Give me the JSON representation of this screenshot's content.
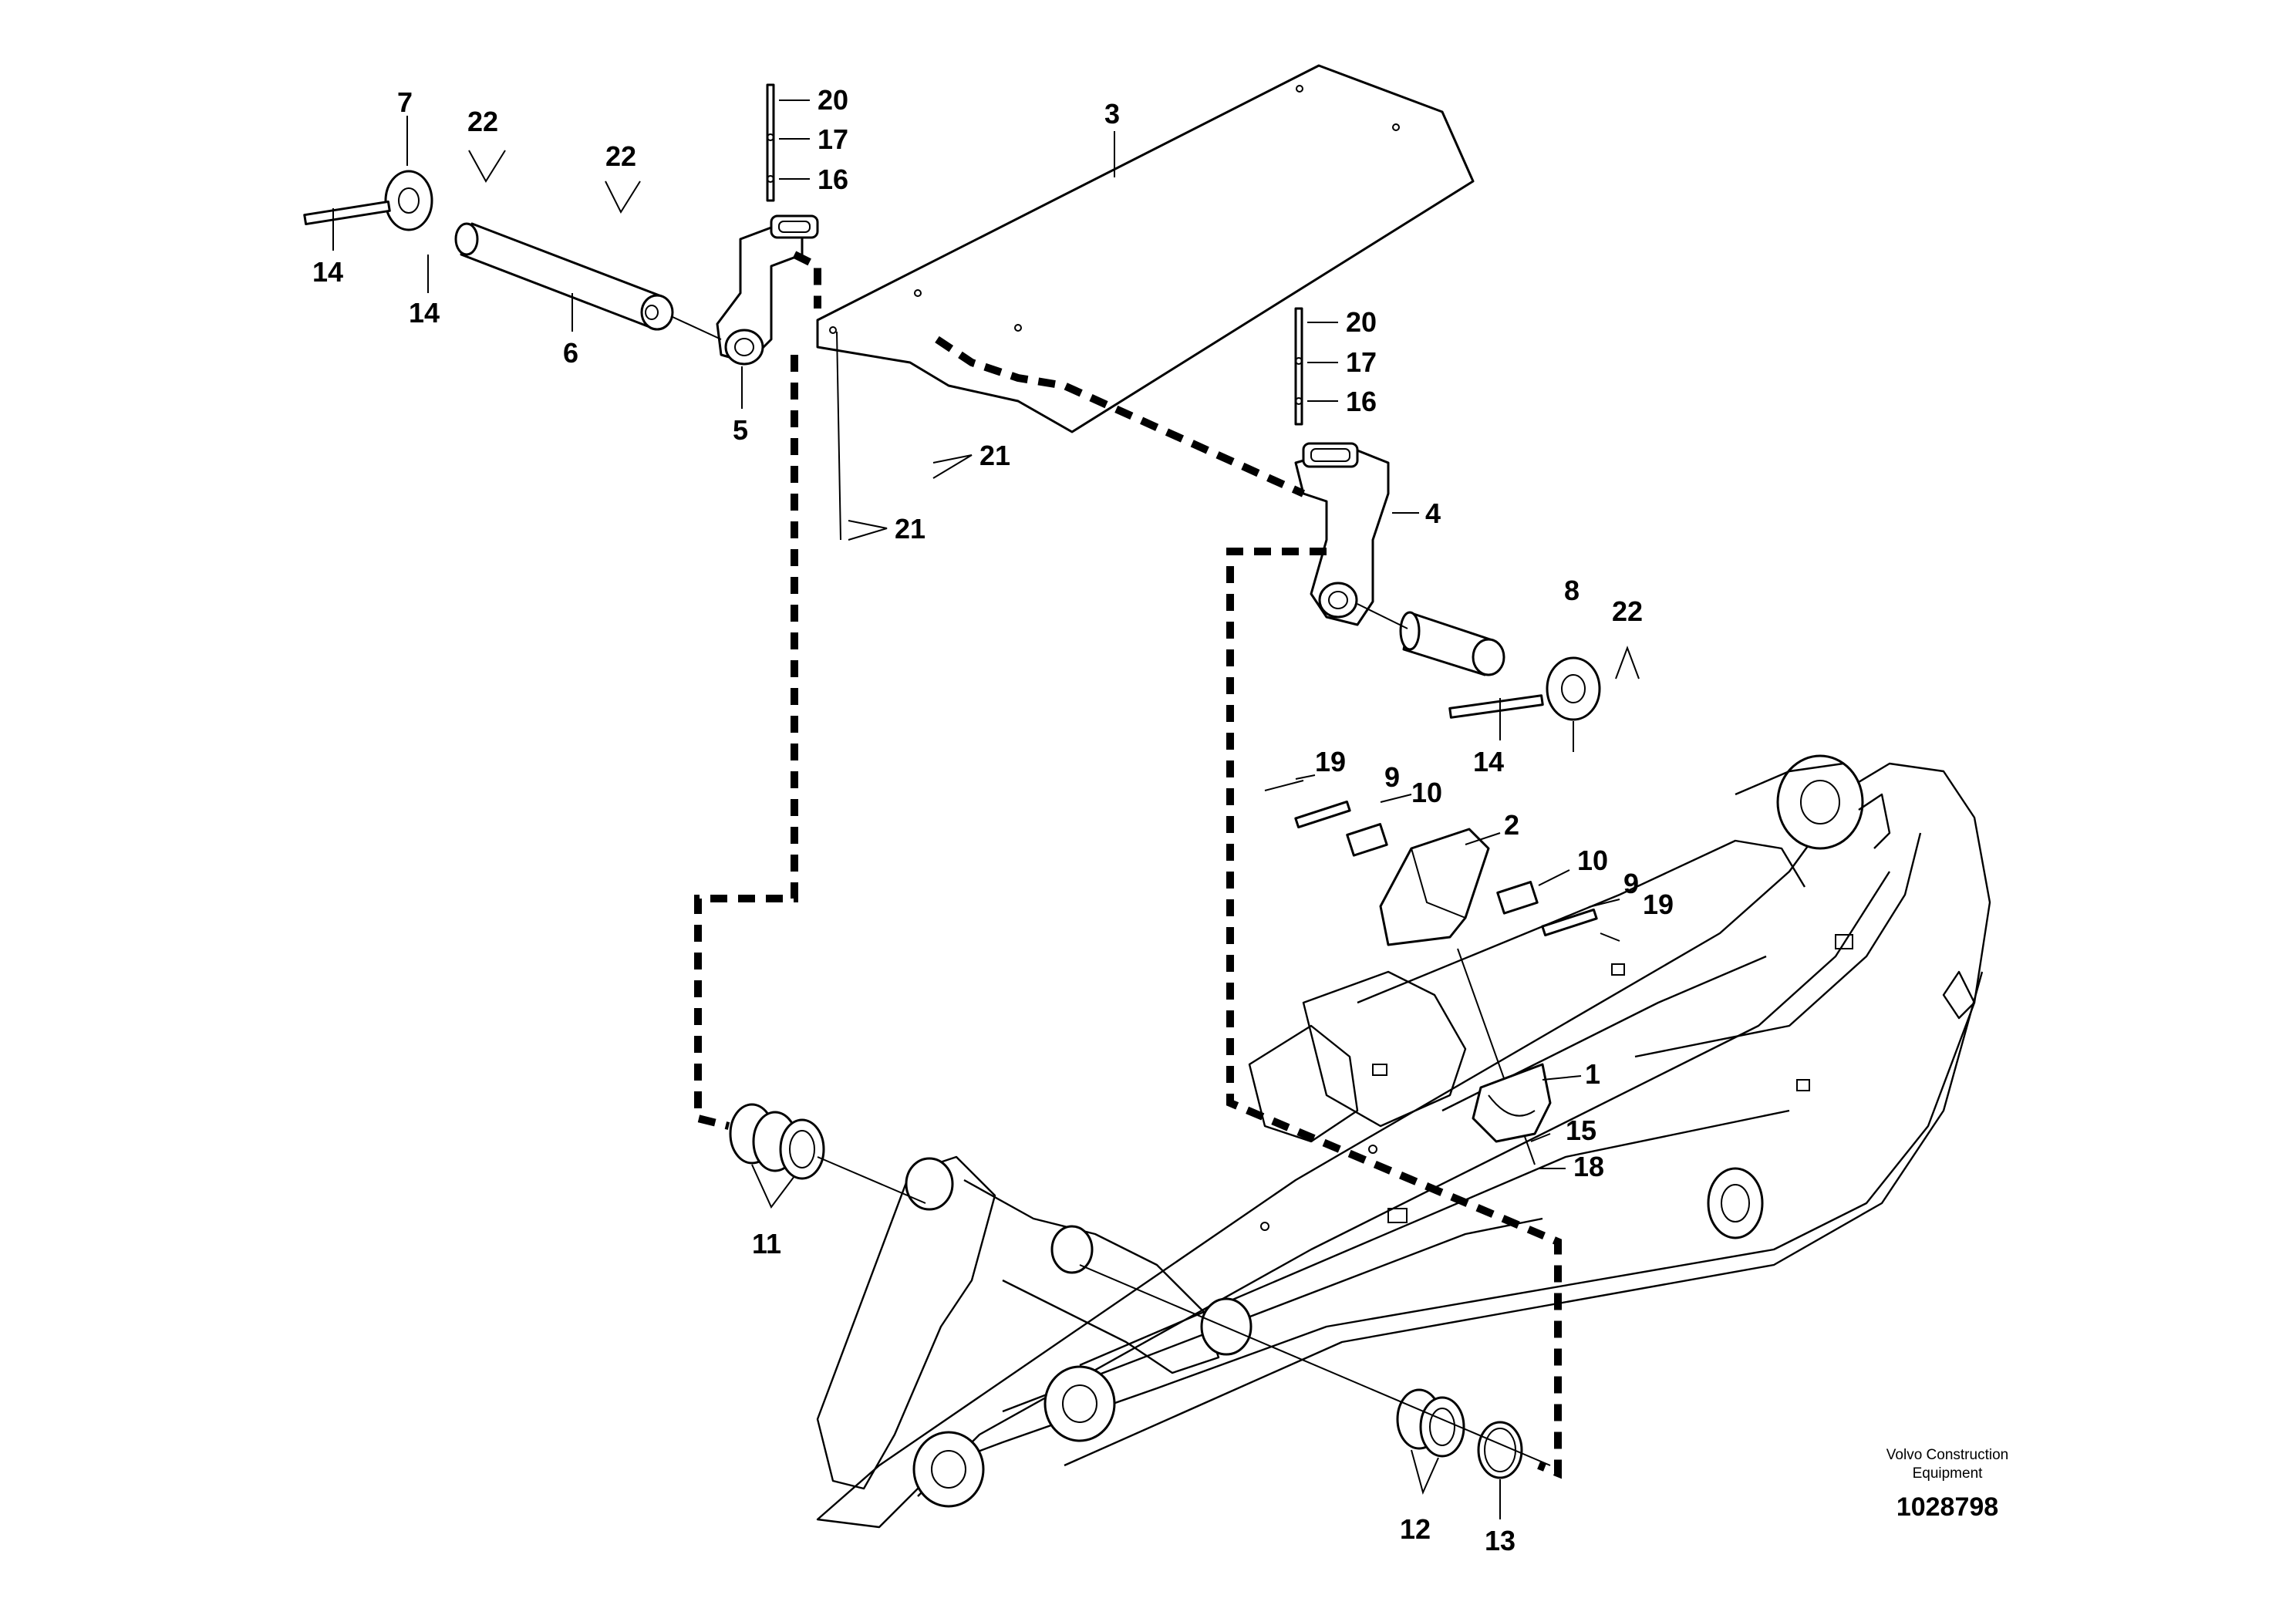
{
  "diagram": {
    "callouts": {
      "c1": "1",
      "c2": "2",
      "c3": "3",
      "c4": "4",
      "c5": "5",
      "c6": "6",
      "c7": "7",
      "c8": "8",
      "c9a": "9",
      "c9b": "9",
      "c10a": "10",
      "c10b": "10",
      "c11": "11",
      "c12": "12",
      "c13": "13",
      "c14a": "14",
      "c14b": "14",
      "c14c": "14",
      "c15": "15",
      "c16a": "16",
      "c16b": "16",
      "c17a": "17",
      "c17b": "17",
      "c18": "18",
      "c19a": "19",
      "c19b": "19",
      "c20a": "20",
      "c20b": "20",
      "c21a": "21",
      "c21b": "21",
      "c22a": "22",
      "c22b": "22",
      "c22c": "22"
    },
    "credit_line1": "Volvo Construction",
    "credit_line2": "Equipment",
    "doc_number": "1028798"
  }
}
